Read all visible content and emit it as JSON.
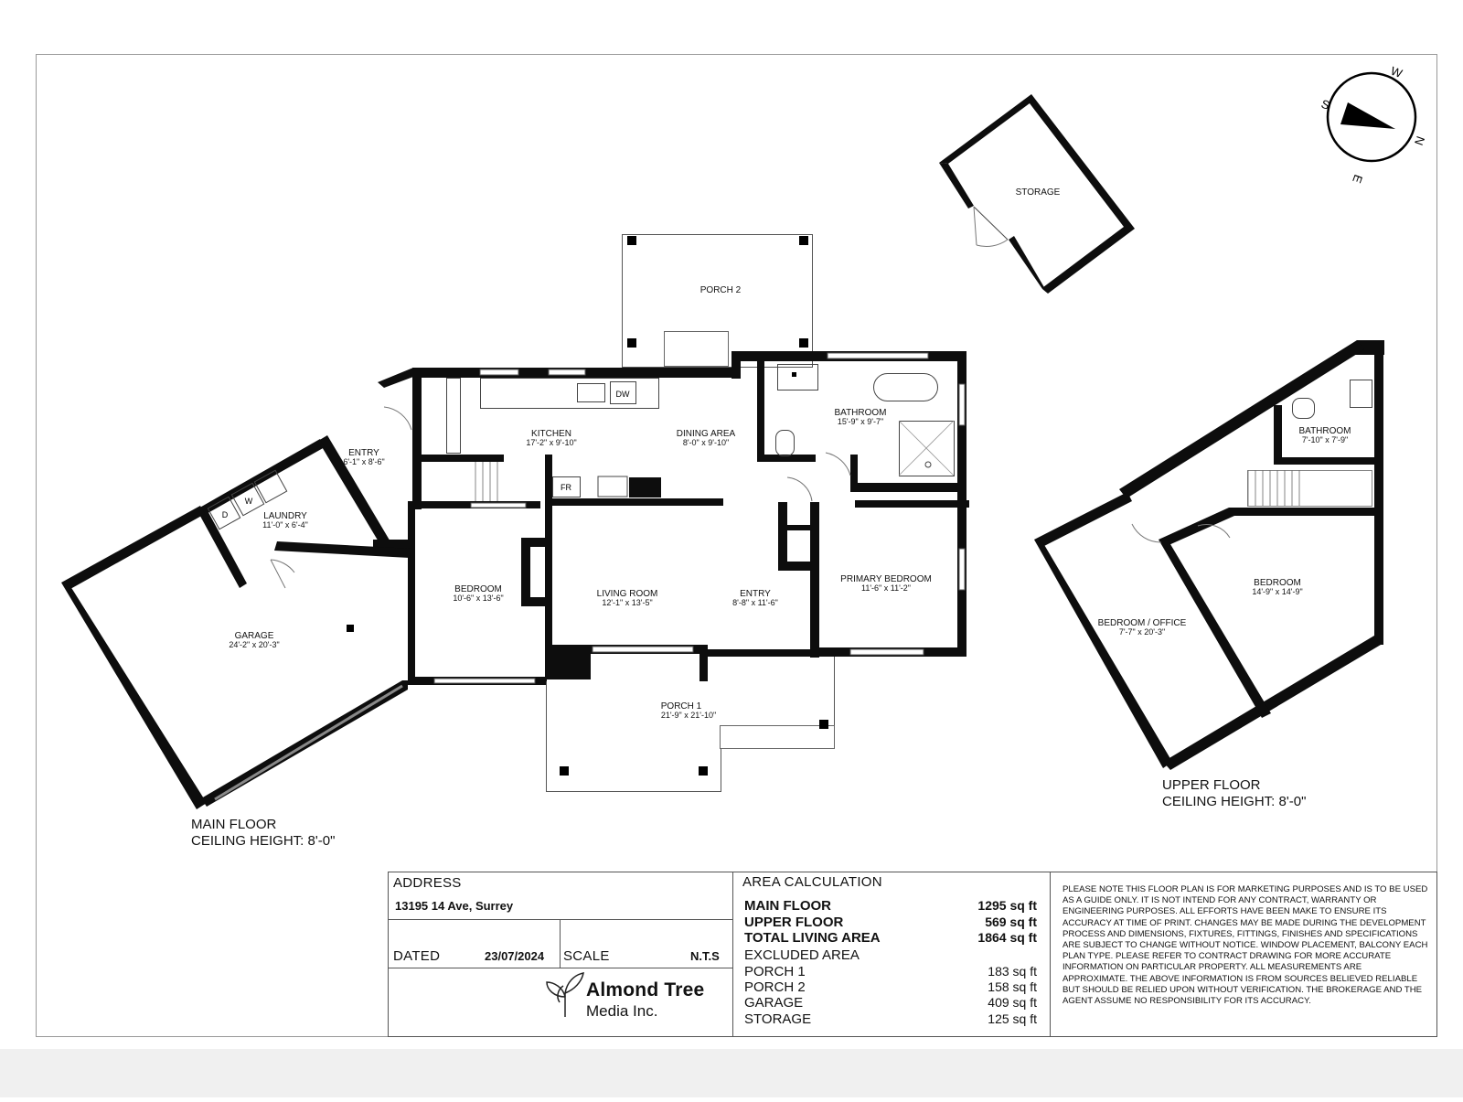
{
  "rooms": {
    "storage": {
      "name": "STORAGE"
    },
    "porch2": {
      "name": "PORCH 2"
    },
    "kitchen": {
      "name": "KITCHEN",
      "dim": "17'-2\" x 9'-10\""
    },
    "dining": {
      "name": "DINING AREA",
      "dim": "8'-0\" x 9'-10\""
    },
    "bathroom_main": {
      "name": "BATHROOM",
      "dim": "15'-9\" x 9'-7\""
    },
    "entry_side": {
      "name": "ENTRY",
      "dim": "6'-1\" x 8'-6\""
    },
    "laundry": {
      "name": "LAUNDRY",
      "dim": "11'-0\" x 6'-4\""
    },
    "bedroom_main": {
      "name": "BEDROOM",
      "dim": "10'-6\" x 13'-6\""
    },
    "living": {
      "name": "LIVING ROOM",
      "dim": "12'-1\" x 13'-5\""
    },
    "entry_front": {
      "name": "ENTRY",
      "dim": "8'-8\" x 11'-6\""
    },
    "primary_bedroom": {
      "name": "PRIMARY BEDROOM",
      "dim": "11'-6\" x 11'-2\""
    },
    "garage": {
      "name": "GARAGE",
      "dim": "24'-2\" x 20'-3\""
    },
    "porch1": {
      "name": "PORCH 1",
      "dim": "21'-9\" x 21'-10\""
    },
    "bathroom_upper": {
      "name": "BATHROOM",
      "dim": "7'-10\" x 7'-9\""
    },
    "bedroom_upper": {
      "name": "BEDROOM",
      "dim": "14'-9\" x 14'-9\""
    },
    "bedroom_office": {
      "name": "BEDROOM / OFFICE",
      "dim": "7'-7\" x 20'-3\""
    }
  },
  "fixtures": {
    "dryer": "D",
    "washer": "W",
    "dishwasher": "DW",
    "fridge": "FR"
  },
  "compass": {
    "n": "N",
    "s": "S",
    "e": "E",
    "w": "W"
  },
  "floors": {
    "main": {
      "title": "MAIN FLOOR",
      "ceiling": "CEILING HEIGHT: 8'-0\""
    },
    "upper": {
      "title": "UPPER FLOOR",
      "ceiling": "CEILING HEIGHT: 8'-0\""
    }
  },
  "title_block": {
    "address_label": "ADDRESS",
    "address": "13195 14 Ave, Surrey",
    "dated_label": "DATED",
    "dated": "23/07/2024",
    "scale_label": "SCALE",
    "scale": "N.T.S",
    "logo_line1": "Almond Tree",
    "logo_line2": "Media Inc.",
    "area_title": "AREA CALCULATION",
    "living_rows": [
      {
        "label": "MAIN FLOOR",
        "value": "1295 sq ft"
      },
      {
        "label": "UPPER FLOOR",
        "value": "569 sq ft"
      },
      {
        "label": "TOTAL LIVING AREA",
        "value": "1864 sq ft"
      }
    ],
    "excluded_title": "EXCLUDED AREA",
    "excluded_rows": [
      {
        "label": "PORCH 1",
        "value": "183 sq ft"
      },
      {
        "label": "PORCH 2",
        "value": "158 sq ft"
      },
      {
        "label": "GARAGE",
        "value": "409 sq ft"
      },
      {
        "label": "STORAGE",
        "value": "125 sq ft"
      }
    ],
    "disclaimer": "PLEASE NOTE THIS FLOOR PLAN IS FOR MARKETING PURPOSES AND IS TO BE USED AS A GUIDE ONLY. IT IS NOT INTEND FOR ANY CONTRACT, WARRANTY OR ENGINEERING PURPOSES. ALL EFFORTS HAVE BEEN MAKE TO ENSURE ITS ACCURACY AT TIME OF PRINT. CHANGES MAY BE MADE DURING THE DEVELOPMENT PROCESS AND DIMENSIONS, FIXTURES, FITTINGS, FINISHES AND SPECIFICATIONS ARE SUBJECT TO CHANGE WITHOUT NOTICE. WINDOW PLACEMENT, BALCONY EACH PLAN TYPE. PLEASE REFER TO CONTRACT DRAWING FOR MORE ACCURATE INFORMATION ON PARTICULAR PROPERTY. ALL MEASUREMENTS ARE APPROXIMATE. THE ABOVE INFORMATION IS FROM SOURCES BELIEVED RELIABLE BUT SHOULD BE RELIED UPON WITHOUT VERIFICATION. THE BROKERAGE AND THE AGENT ASSUME NO RESPONSIBILITY FOR ITS ACCURACY."
  }
}
